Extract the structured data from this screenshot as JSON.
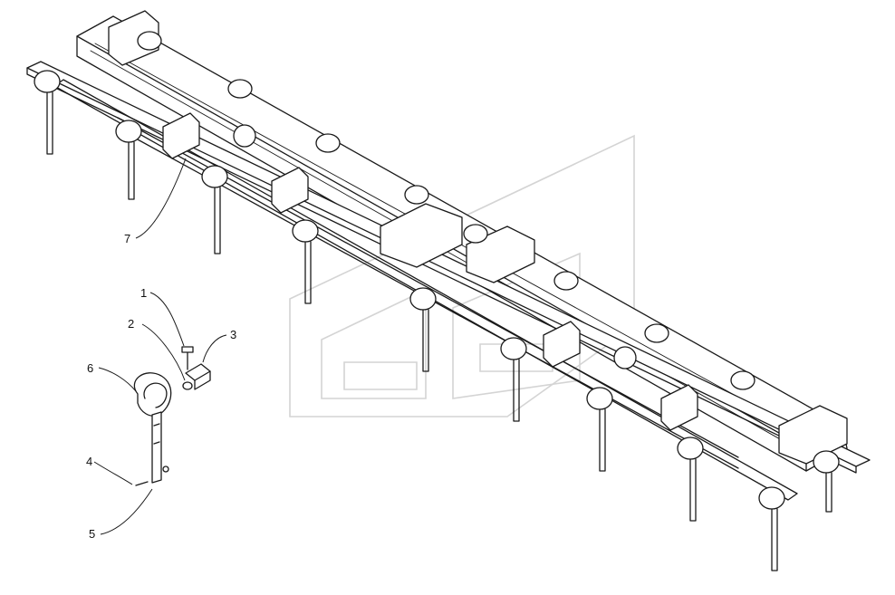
{
  "callouts": [
    {
      "id": "1",
      "label": "1",
      "part": "bolt"
    },
    {
      "id": "2",
      "label": "2",
      "part": "nut"
    },
    {
      "id": "3",
      "label": "3",
      "part": "clamp-plate"
    },
    {
      "id": "4",
      "label": "4",
      "part": "bolt"
    },
    {
      "id": "5",
      "label": "5",
      "part": "tine-shank"
    },
    {
      "id": "6",
      "label": "6",
      "part": "spring-tine-coil"
    },
    {
      "id": "7",
      "label": "7",
      "part": "tine-bar-frame"
    }
  ],
  "colors": {
    "line": "#1a1a1a",
    "watermark": "#d4d4d4",
    "background": "#ffffff"
  }
}
